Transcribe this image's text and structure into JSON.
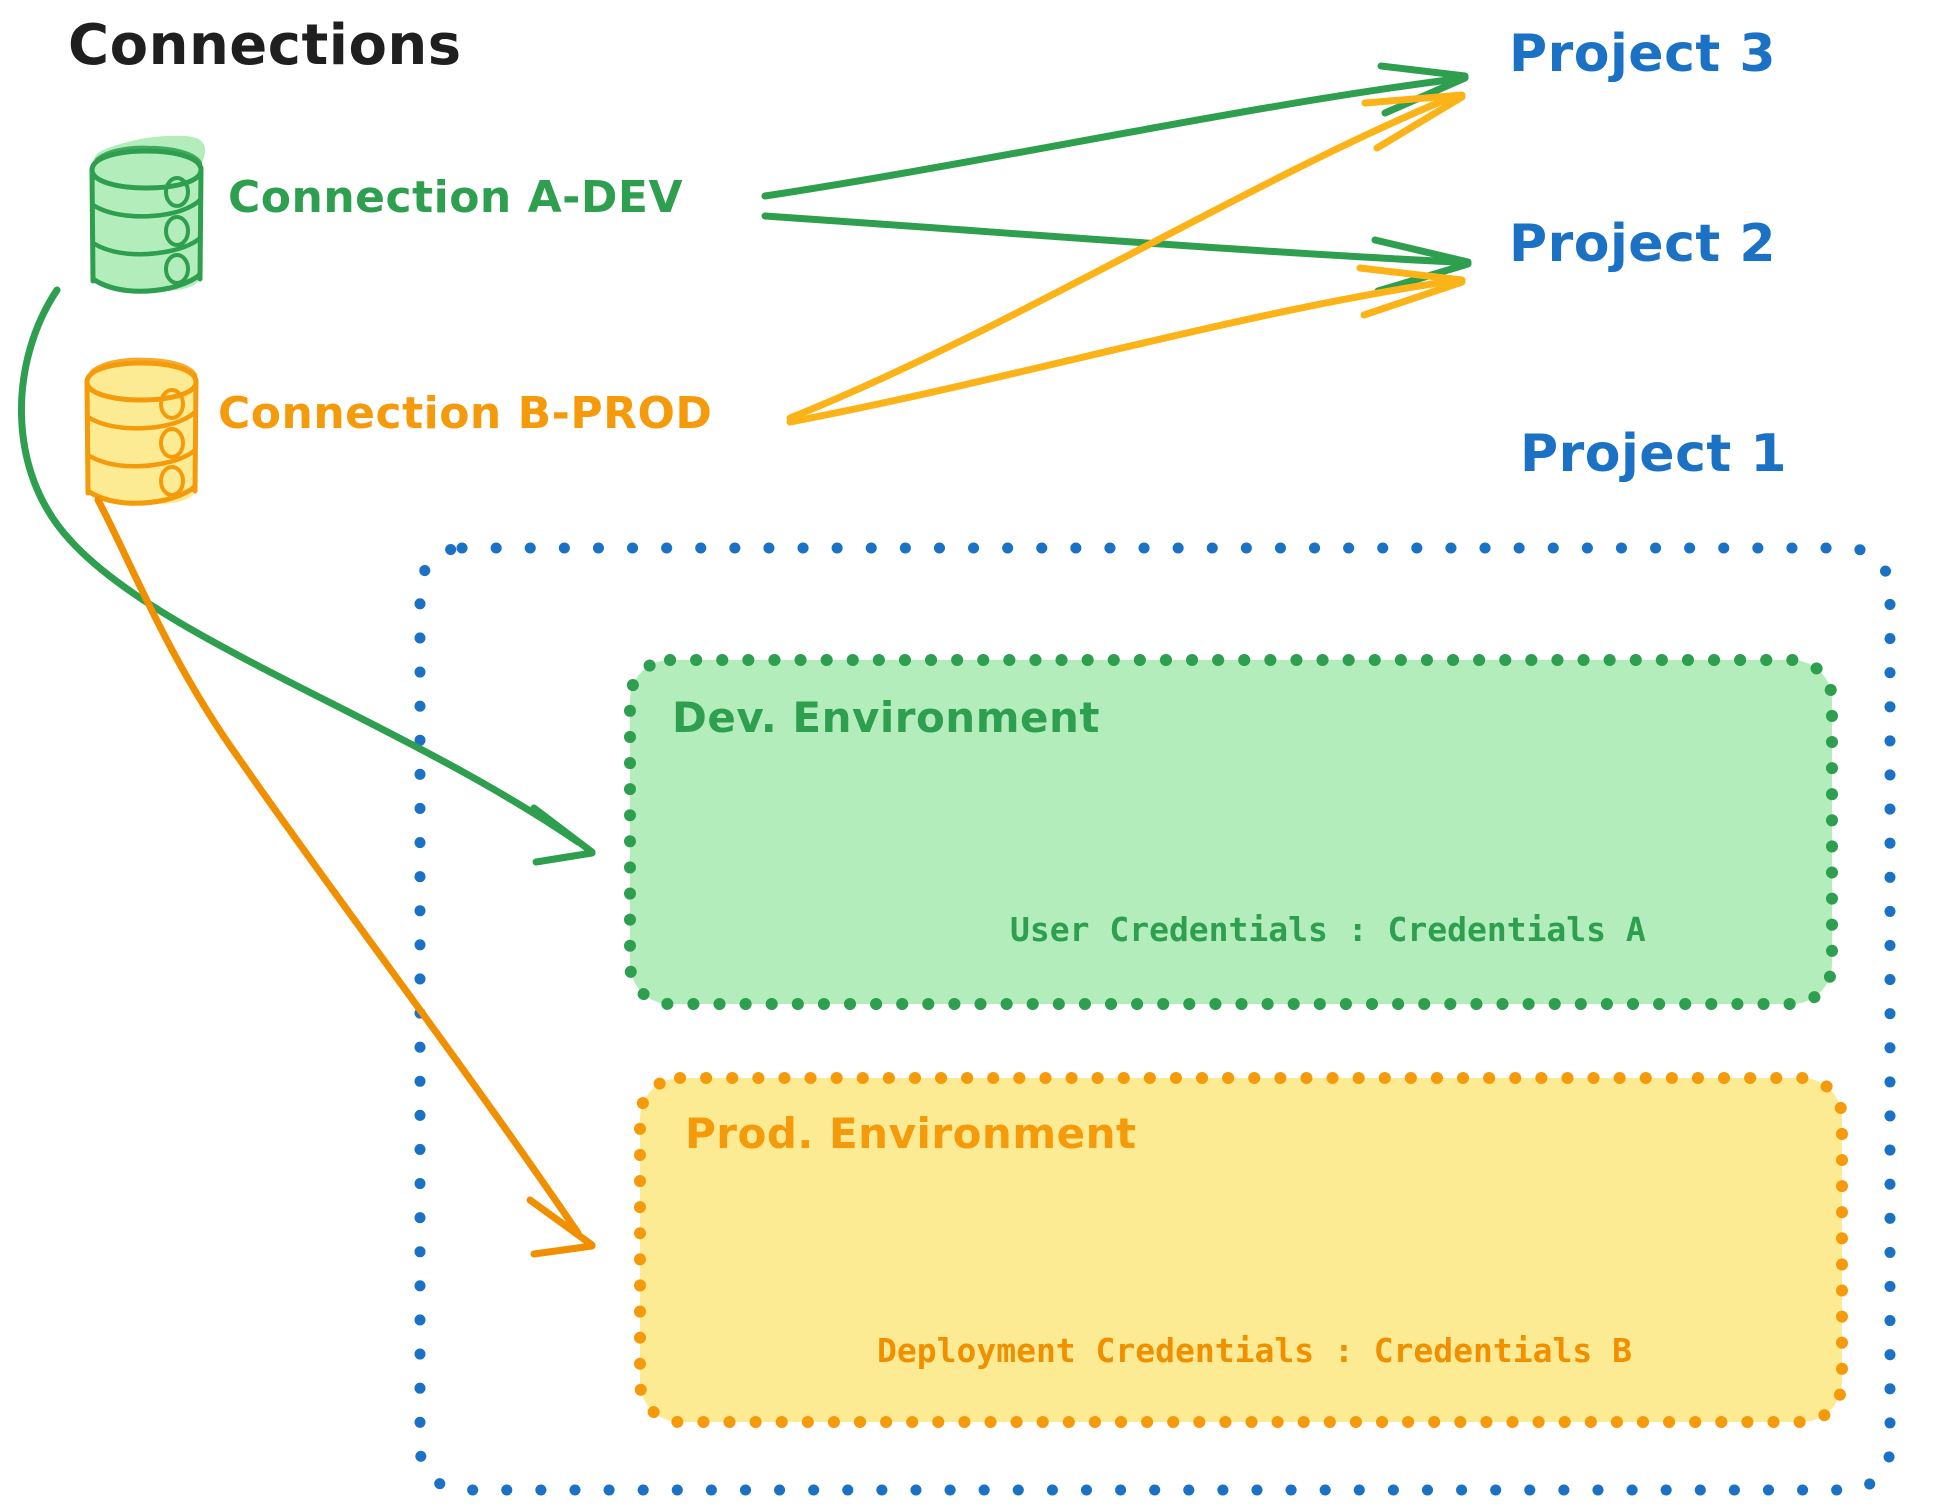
{
  "diagram": {
    "title": "Connections",
    "type": "architecture-diagram",
    "colors": {
      "green_stroke": "#2e9e4f",
      "green_fill": "#b3edbb",
      "orange_stroke": "#f59b0b",
      "orange_fill": "#fdeb94",
      "blue": "#1b72c4",
      "title_text": "#1f1f1f",
      "background": "#ffffff"
    }
  },
  "connections": [
    {
      "id": "connection-a",
      "label": "Connection A-DEV",
      "icon": "database-cylinder-icon",
      "color": "#2e9e4f",
      "targets": [
        "Project 3",
        "Project 2",
        "Dev. Environment"
      ]
    },
    {
      "id": "connection-b",
      "label": "Connection B-PROD",
      "icon": "database-cylinder-icon",
      "color": "#f59b0b",
      "targets": [
        "Project 3",
        "Project 2",
        "Prod. Environment"
      ]
    }
  ],
  "projects": [
    {
      "id": "project-3",
      "label": "Project 3"
    },
    {
      "id": "project-2",
      "label": "Project 2"
    },
    {
      "id": "project-1",
      "label": "Project 1"
    }
  ],
  "project1": {
    "label": "Project 1",
    "environments": [
      {
        "id": "dev-environment",
        "title": "Dev. Environment",
        "credentials_label": "User Credentials : Credentials A",
        "color": "#2e9e4f",
        "fill": "#b3edbb"
      },
      {
        "id": "prod-environment",
        "title": "Prod. Environment",
        "credentials_label": "Deployment Credentials : Credentials B",
        "color": "#f59b0b",
        "fill": "#fdeb94"
      }
    ]
  }
}
